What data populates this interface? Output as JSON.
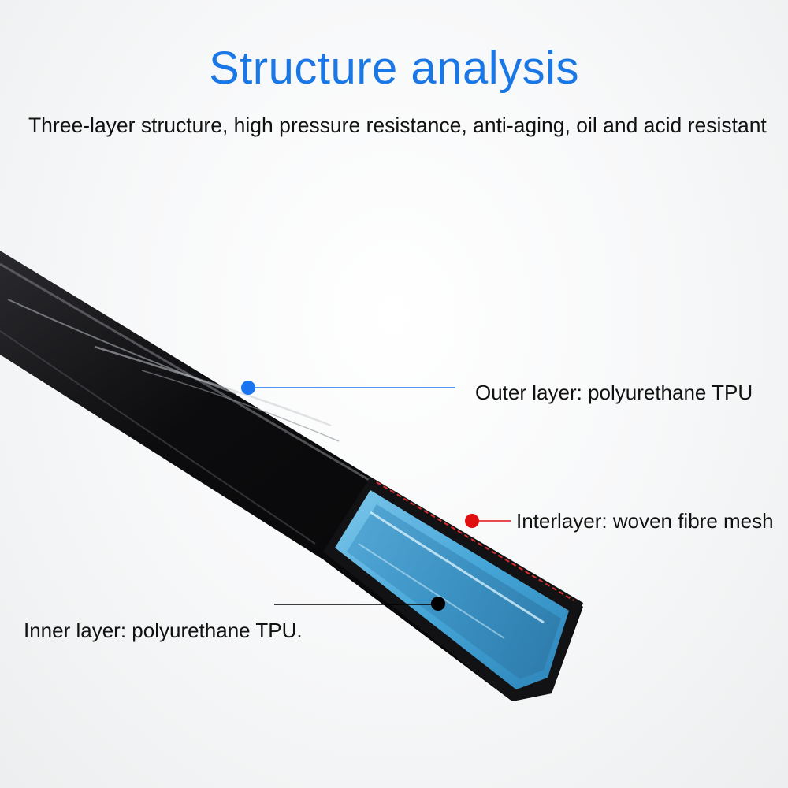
{
  "header": {
    "title": "Structure analysis",
    "subtitle": "Three-layer structure, high pressure resistance, anti-aging, oil and acid resistant"
  },
  "labels": {
    "outer": "Outer layer: polyurethane TPU",
    "interlayer": "Interlayer: woven fibre mesh",
    "inner": "Inner layer: polyurethane TPU."
  },
  "colors": {
    "title": "#1a78e6",
    "outer_marker": "#1a74f0",
    "inter_marker": "#e01010",
    "inner_marker": "#000000",
    "tube_outer": "#0b0b0d",
    "tube_inner": "#4aa8d8"
  }
}
